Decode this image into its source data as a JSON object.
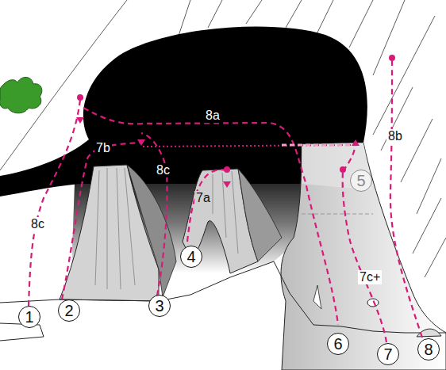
{
  "diagram": {
    "nodes": [
      {
        "text": [
          "1"
        ]
      },
      {
        "text": [
          "2"
        ]
      },
      {
        "text": [
          "3"
        ]
      },
      {
        "text": [
          "4"
        ]
      },
      {
        "text": [
          "5"
        ]
      },
      {
        "text": [
          "6"
        ]
      },
      {
        "text": [
          "7"
        ]
      },
      {
        "text": [
          "8"
        ]
      }
    ],
    "labels": [
      "8a",
      "8b",
      "7b",
      "8c",
      "7a",
      "8c",
      "7c+"
    ]
  }
}
